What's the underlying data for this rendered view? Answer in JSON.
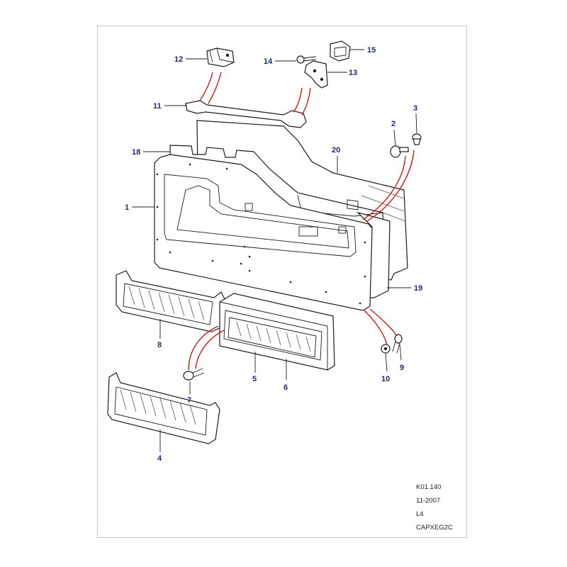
{
  "callouts": [
    {
      "id": "c1",
      "text": "1"
    },
    {
      "id": "c2",
      "text": "2"
    },
    {
      "id": "c3",
      "text": "3"
    },
    {
      "id": "c4",
      "text": "4"
    },
    {
      "id": "c5",
      "text": "5"
    },
    {
      "id": "c6",
      "text": "6"
    },
    {
      "id": "c7",
      "text": "7"
    },
    {
      "id": "c8",
      "text": "8"
    },
    {
      "id": "c9",
      "text": "9"
    },
    {
      "id": "c10",
      "text": "10"
    },
    {
      "id": "c11",
      "text": "11"
    },
    {
      "id": "c12",
      "text": "12"
    },
    {
      "id": "c13",
      "text": "13"
    },
    {
      "id": "c14",
      "text": "14"
    },
    {
      "id": "c15",
      "text": "15"
    },
    {
      "id": "c18",
      "text": "18"
    },
    {
      "id": "c19",
      "text": "19"
    },
    {
      "id": "c20",
      "text": "20"
    }
  ],
  "meta": {
    "ref": "K01.140",
    "date": "11-2007",
    "level": "L4",
    "code": "CAPXEG2C"
  },
  "colors": {
    "callout": "#1a2a7a",
    "association_line": "#d01818",
    "line_art": "#1c1c1c"
  }
}
